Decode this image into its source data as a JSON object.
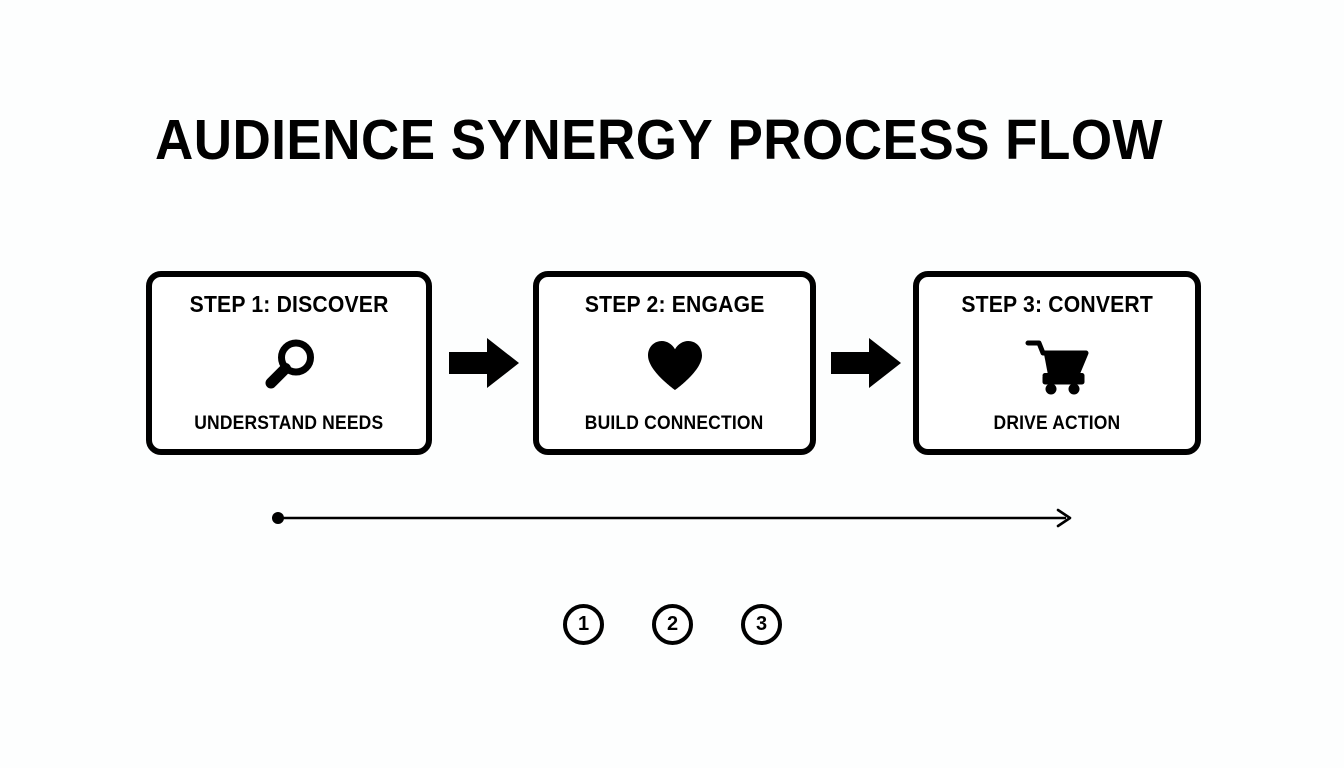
{
  "slide": {
    "title": "AUDIENCE SYNERGY PROCESS FLOW",
    "background_color": "#fdfefe",
    "ink_color": "#000000"
  },
  "steps": [
    {
      "heading": "STEP 1: DISCOVER",
      "caption": "UNDERSTAND NEEDS",
      "icon": "magnifier-icon",
      "number": "1"
    },
    {
      "heading": "STEP 2: ENGAGE",
      "caption": "BUILD CONNECTION",
      "icon": "heart-icon",
      "number": "2"
    },
    {
      "heading": "STEP 3: CONVERT",
      "caption": "DRIVE ACTION",
      "icon": "shopping-cart-icon",
      "number": "3"
    }
  ],
  "connectors": [
    {
      "name": "arrow-step1-to-step2",
      "icon": "right-block-arrow-icon"
    },
    {
      "name": "arrow-step2-to-step3",
      "icon": "right-block-arrow-icon"
    }
  ],
  "timeline": {
    "name": "progress-timeline",
    "start_marker": "filled-dot",
    "end_marker": "open-arrowhead"
  }
}
